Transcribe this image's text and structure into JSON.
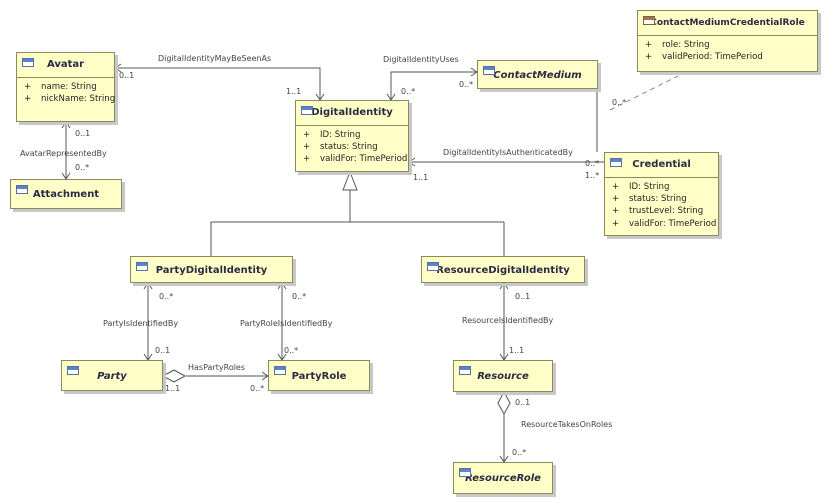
{
  "classes": {
    "avatar": {
      "name": "Avatar",
      "attributes": [
        {
          "vis": "+",
          "text": "name: String"
        },
        {
          "vis": "+",
          "text": "nickName: String"
        }
      ]
    },
    "attachment": {
      "name": "Attachment"
    },
    "digital_identity": {
      "name": "DigitalIdentity",
      "attributes": [
        {
          "vis": "+",
          "text": "ID: String"
        },
        {
          "vis": "+",
          "text": "status: String"
        },
        {
          "vis": "+",
          "text": "validFor: TimePeriod"
        }
      ]
    },
    "contact_medium": {
      "name": "ContactMedium"
    },
    "contact_medium_credential_role": {
      "name": "ContactMediumCredentialRole",
      "attributes": [
        {
          "vis": "+",
          "text": "role: String"
        },
        {
          "vis": "+",
          "text": "validPeriod: TimePeriod"
        }
      ]
    },
    "credential": {
      "name": "Credential",
      "attributes": [
        {
          "vis": "+",
          "text": "ID: String"
        },
        {
          "vis": "+",
          "text": "status: String"
        },
        {
          "vis": "+",
          "text": "trustLevel: String"
        },
        {
          "vis": "+",
          "text": "validFor: TimePeriod"
        }
      ]
    },
    "party_digital_identity": {
      "name": "PartyDigitalIdentity"
    },
    "resource_digital_identity": {
      "name": "ResourceDigitalIdentity"
    },
    "party": {
      "name": "Party"
    },
    "party_role": {
      "name": "PartyRole"
    },
    "resource": {
      "name": "Resource"
    },
    "resource_role": {
      "name": "ResourceRole"
    }
  },
  "associations": {
    "digital_identity_may_be_seen_as": {
      "name": "DigitalIdentityMayBeSeenAs",
      "mult_a": "0..1",
      "mult_b": "1..1"
    },
    "digital_identity_uses": {
      "name": "DigitalIdentityUses",
      "mult_a": "0..*",
      "mult_b": "0..*"
    },
    "avatar_represented_by": {
      "name": "AvatarRepresentedBy",
      "mult_a": "0..1",
      "mult_b": "0..*"
    },
    "digital_identity_is_authenticated_by": {
      "name": "DigitalIdentityIsAuthenticatedBy",
      "mult_a": "1..1",
      "mult_b": "0..*",
      "mult_c": "1..*"
    },
    "contact_medium_credential_role_link": {
      "mult": "0..*"
    },
    "party_is_identified_by": {
      "name": "PartyIsIdentifiedBy",
      "mult_a": "0..*",
      "mult_b": "0..1"
    },
    "party_role_is_identified_by": {
      "name": "PartyRoleIsIdentifiedBy",
      "mult_a": "0..*",
      "mult_b": "0..*"
    },
    "has_party_roles": {
      "name": "HasPartyRoles",
      "mult_a": "1..1",
      "mult_b": "0..*"
    },
    "resource_is_identified_by": {
      "name": "ResourceIsIdentifiedBy",
      "mult_a": "0..1",
      "mult_b": "1..1"
    },
    "resource_takes_on_roles": {
      "name": "ResourceTakesOnRoles",
      "mult_a": "0..1",
      "mult_b": "0..*"
    }
  }
}
